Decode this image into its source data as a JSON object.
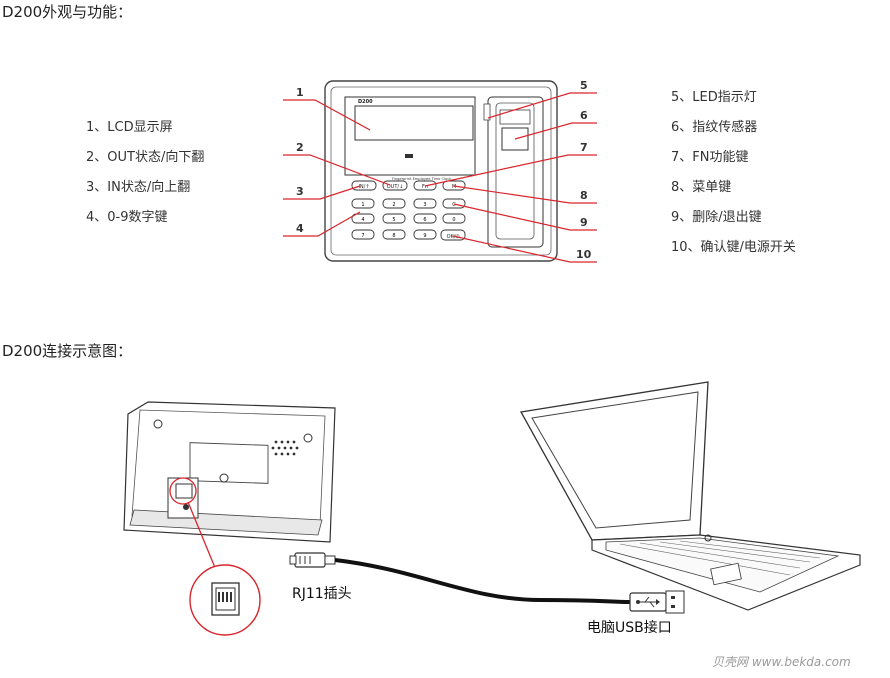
{
  "section1": {
    "title": "D200外观与功能："
  },
  "device": {
    "model": "D200",
    "subtitle": "Fingerprint Employee Time Clock",
    "func_keys": [
      "IN/↑",
      "OUT/↓",
      "Fn",
      "M",
      "C",
      "OK/⏻"
    ],
    "num_keys": [
      "1",
      "2",
      "3",
      "4",
      "5",
      "6",
      "7",
      "8",
      "9",
      "0"
    ]
  },
  "features_left": [
    "1、LCD显示屏",
    "2、OUT状态/向下翻",
    "3、IN状态/向上翻",
    "4、0-9数字键"
  ],
  "features_right": [
    "5、LED指示灯",
    "6、指纹传感器",
    "7、FN功能键",
    "8、菜单键",
    "9、删除/退出键",
    "10、确认键/电源开关"
  ],
  "callouts": [
    "1",
    "2",
    "3",
    "4",
    "5",
    "6",
    "7",
    "8",
    "9",
    "10"
  ],
  "section2": {
    "title": "D200连接示意图："
  },
  "connection": {
    "plug_label": "RJ11插头",
    "usb_label": "电脑USB接口"
  },
  "watermark": {
    "logo": "贝壳网",
    "url": "www.bekda.com"
  },
  "colors": {
    "callout_line": "#d9262c",
    "cable": "#111111",
    "outline": "#333333"
  }
}
